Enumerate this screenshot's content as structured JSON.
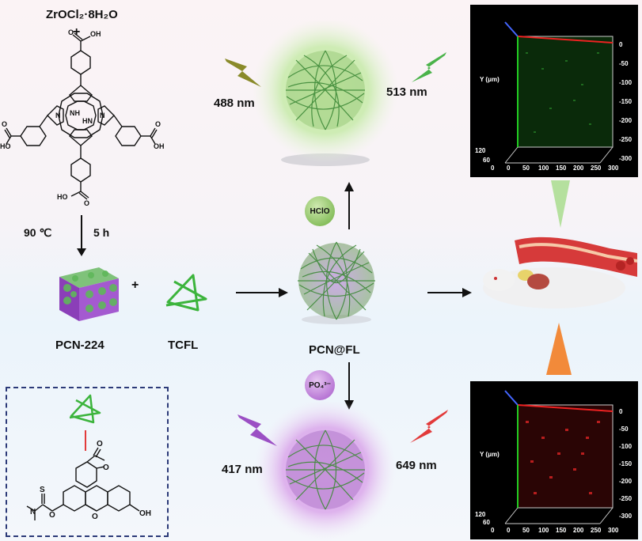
{
  "left": {
    "precursor": "ZrOCl₂·8H₂O",
    "plus": "+",
    "temp": "90 ℃",
    "time": "5 h",
    "product": "PCN-224",
    "plus2": "+",
    "linker": "TCFL"
  },
  "center": {
    "probe": "PCN@FL",
    "analyte_top": "HClO",
    "analyte_bottom": "PO₄³⁻",
    "ex_top": "488 nm",
    "em_top": "513 nm",
    "ex_bottom": "417 nm",
    "em_bottom": "649 nm"
  },
  "panels": {
    "yaxis_label": "Y (μm)",
    "ticks_y": [
      "0",
      "-50",
      "-100",
      "-150",
      "-200",
      "-250",
      "-300"
    ],
    "ticks_x": [
      "0",
      "50",
      "100",
      "150",
      "200",
      "250",
      "300"
    ],
    "ticks_z": [
      "120",
      "60",
      "0"
    ]
  },
  "chem": {
    "cooh_top": "OH",
    "cooh_left": "HO",
    "cooh_right": "OH",
    "cooh_bottom": "HO",
    "nh1": "NH",
    "nh2": "HN",
    "n1": "N",
    "n2": "N",
    "fl_o": "O",
    "fl_oh": "OH",
    "fl_s": "S",
    "fl_n": "N",
    "fl_o2": "O",
    "fl_o3": "O"
  },
  "colors": {
    "green": "#3cb43c",
    "red": "#e23a3a",
    "purple": "#9b4fc4",
    "navy": "#2c3a78"
  }
}
